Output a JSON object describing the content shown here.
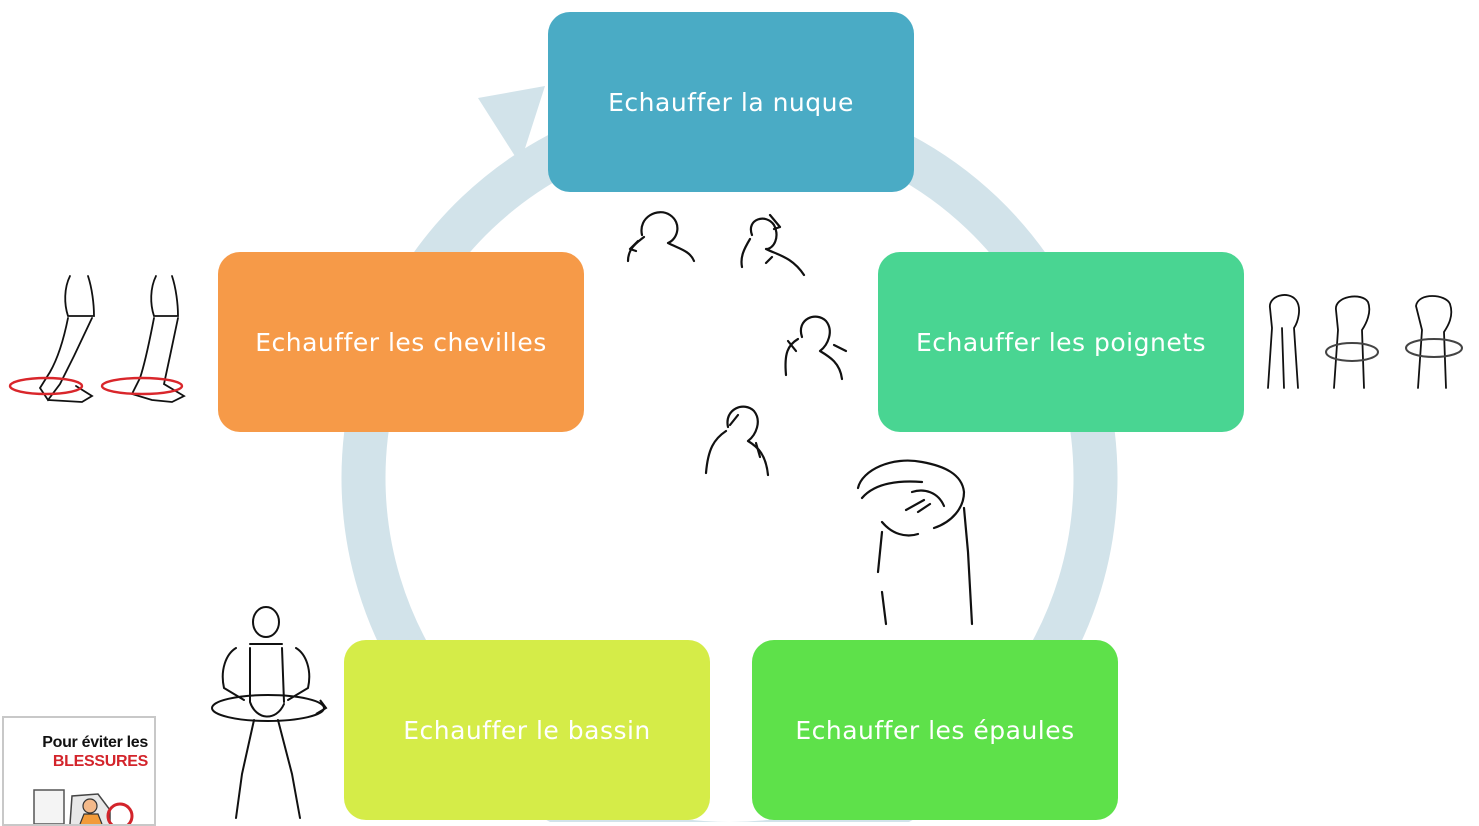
{
  "steps": [
    {
      "label": "Echauffer la nuque",
      "color": "#4aabc5"
    },
    {
      "label": "Echauffer les poignets",
      "color": "#49d592"
    },
    {
      "label": "Echauffer les épaules",
      "color": "#5ee14a"
    },
    {
      "label": "Echauffer le bassin",
      "color": "#d5ec48"
    },
    {
      "label": "Echauffer les chevilles",
      "color": "#f69a48"
    }
  ],
  "cycle_color": "#d2e3ea",
  "poster": {
    "line1": "Pour éviter les",
    "line2": "BLESSURES"
  }
}
